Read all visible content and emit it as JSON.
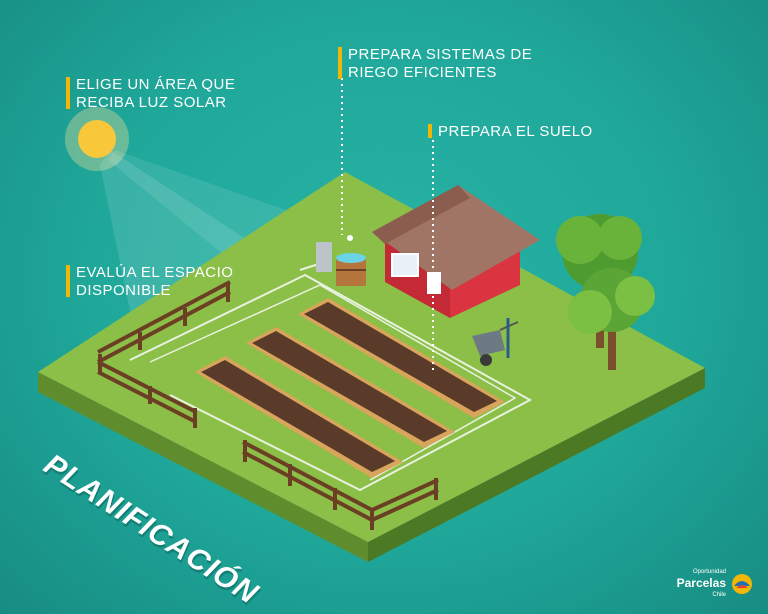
{
  "labels": {
    "sun": [
      "ELIGE UN ÁREA QUE",
      "RECIBA LUZ SOLAR"
    ],
    "irrigation": [
      "PREPARA SISTEMAS DE",
      "RIEGO EFICIENTES"
    ],
    "soil": "PREPARA EL SUELO",
    "space": [
      "EVALÚA EL ESPACIO",
      "DISPONIBLE"
    ]
  },
  "title": "PLANIFICACIÓN",
  "logo": {
    "top": "Oportunidad",
    "brand": "Parcelas",
    "sub": "Chile"
  },
  "colors": {
    "accent": "#f2b705",
    "background": "#1fa79a",
    "grass": "#8cbf47",
    "soil": "#5a3b2a",
    "house": "#d9343f"
  }
}
